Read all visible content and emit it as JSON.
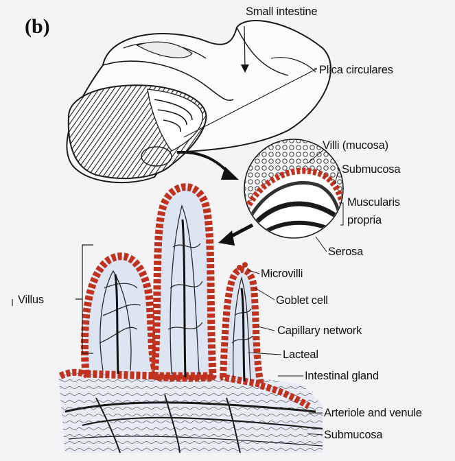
{
  "panel_label": "(b)",
  "labels": {
    "small_intestine": "Small intestine",
    "plica_circulares": "Plica circulares",
    "villi_mucosa": "Villi (mucosa)",
    "submucosa_upper": "Submucosa",
    "muscularis": "Muscularis",
    "propria": "propria",
    "serosa": "Serosa",
    "microvilli": "Microvilli",
    "villus": "Villus",
    "goblet_cell": "Goblet cell",
    "capillary_network": "Capillary network",
    "lacteal": "Lacteal",
    "intestinal_gland": "Intestinal gland",
    "arteriole_venule": "Arteriole and venule",
    "submucosa_lower": "Submucosa"
  },
  "colors": {
    "background": "#f4f4f6",
    "ink": "#1a1a1a",
    "epithelium_red": "#c0321e",
    "tissue_blue": "#dde4f2"
  }
}
